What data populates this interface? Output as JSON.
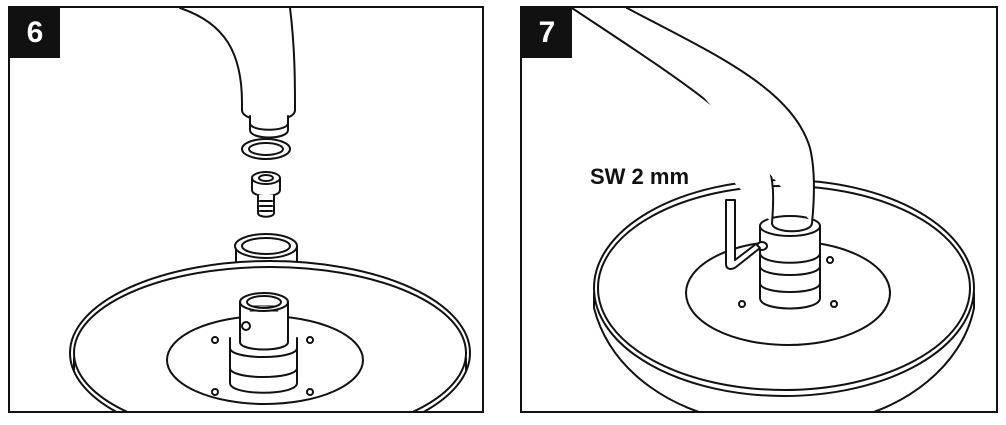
{
  "steps": [
    {
      "number": "6"
    },
    {
      "number": "7",
      "tool_label": "SW 2 mm"
    }
  ],
  "colors": {
    "line": "#111111",
    "badge_bg": "#111111",
    "badge_text": "#ffffff",
    "background": "#ffffff"
  }
}
